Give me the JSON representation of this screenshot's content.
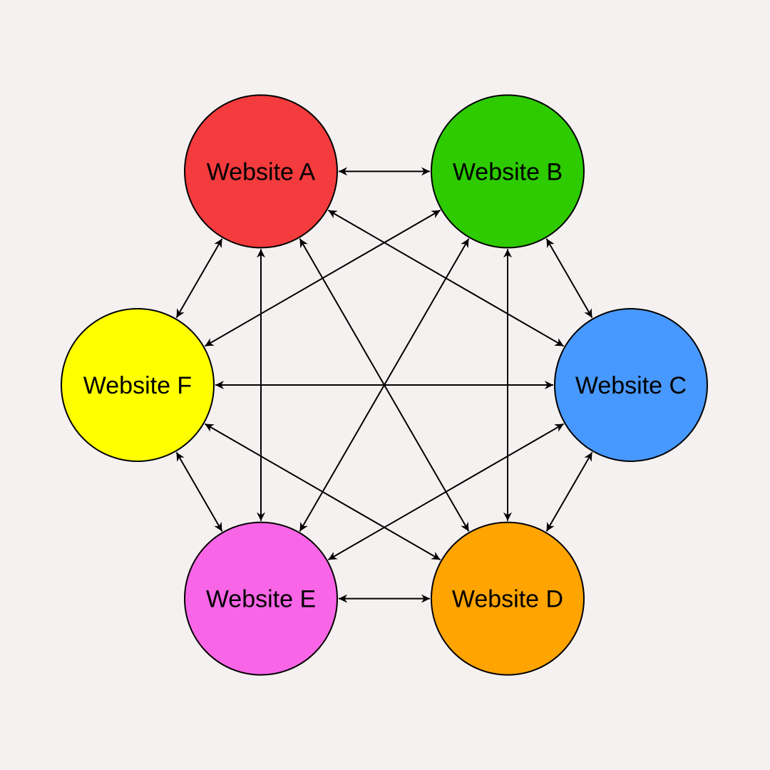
{
  "background_color": "#f5f1f0",
  "nodes": [
    {
      "id": "A",
      "label": "Website A",
      "color": "#f43b3d"
    },
    {
      "id": "B",
      "label": "Website B",
      "color": "#2dcb00"
    },
    {
      "id": "C",
      "label": "Website C",
      "color": "#4899ff"
    },
    {
      "id": "D",
      "label": "Website D",
      "color": "#ffa400"
    },
    {
      "id": "E",
      "label": "Website E",
      "color": "#f965e7"
    },
    {
      "id": "F",
      "label": "Website F",
      "color": "#ffff00"
    }
  ],
  "edges": [
    {
      "from": "A",
      "to": "B",
      "arrows": "both"
    },
    {
      "from": "A",
      "to": "C",
      "arrows": "both"
    },
    {
      "from": "A",
      "to": "D",
      "arrows": "both"
    },
    {
      "from": "A",
      "to": "E",
      "arrows": "both"
    },
    {
      "from": "A",
      "to": "F",
      "arrows": "both"
    },
    {
      "from": "B",
      "to": "C",
      "arrows": "both"
    },
    {
      "from": "B",
      "to": "D",
      "arrows": "both"
    },
    {
      "from": "B",
      "to": "E",
      "arrows": "both"
    },
    {
      "from": "B",
      "to": "F",
      "arrows": "both"
    },
    {
      "from": "C",
      "to": "D",
      "arrows": "both"
    },
    {
      "from": "C",
      "to": "E",
      "arrows": "both"
    },
    {
      "from": "C",
      "to": "F",
      "arrows": "both"
    },
    {
      "from": "D",
      "to": "E",
      "arrows": "both"
    },
    {
      "from": "D",
      "to": "F",
      "arrows": "both"
    },
    {
      "from": "E",
      "to": "F",
      "arrows": "both"
    }
  ]
}
